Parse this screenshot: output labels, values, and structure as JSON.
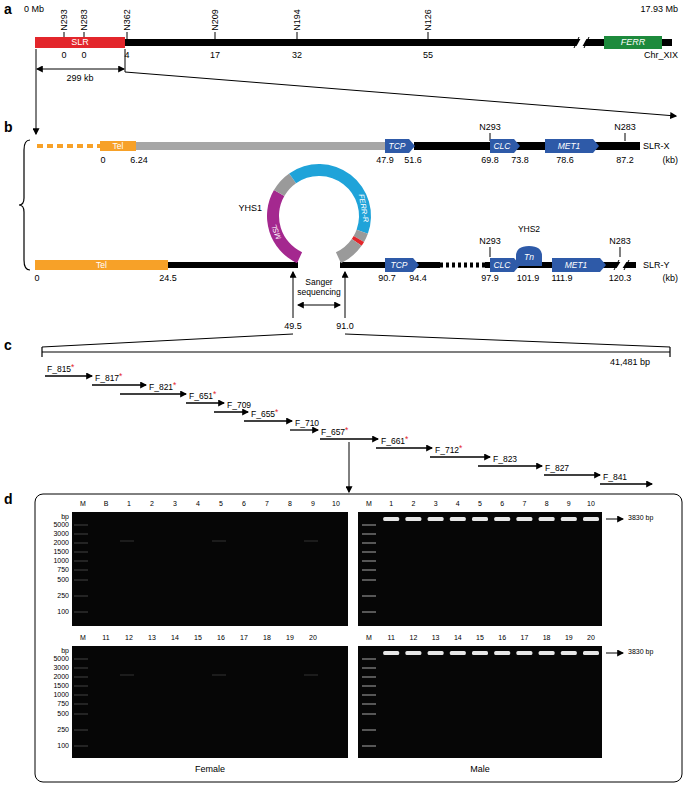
{
  "diagram": {
    "nodes": [
      {
        "text": [
          "SLR"
        ]
      },
      {
        "text": [
          "FERR"
        ]
      },
      {
        "text": [
          "Tel"
        ]
      },
      {
        "text": [
          "TCP"
        ]
      },
      {
        "text": [
          "CLC"
        ]
      },
      {
        "text": [
          "MET1"
        ]
      },
      {
        "text": [
          "MSL"
        ]
      },
      {
        "text": [
          "FERR-R"
        ]
      },
      {
        "text": [
          "Tel"
        ]
      },
      {
        "text": [
          "TCP"
        ]
      },
      {
        "text": [
          "CLC"
        ]
      },
      {
        "text": [
          "YHS2",
          "Tn"
        ]
      },
      {
        "text": [
          "MET1"
        ]
      },
      {
        "text": [
          "Female"
        ]
      },
      {
        "text": [
          "Male"
        ]
      }
    ],
    "labels": [
      "a",
      "0 Mb",
      "N293",
      "N283",
      "N362",
      "N209",
      "N194",
      "N126",
      "17.93 Mb",
      "0",
      "0",
      "4",
      "17",
      "32",
      "55",
      "Chr_XIX",
      "299 kb",
      "b",
      "N293",
      "N283",
      "SLR-X",
      "0",
      "6.24",
      "47.9",
      "51.6",
      "69.8",
      "73.8",
      "78.6",
      "87.2",
      "(kb)",
      "YHS1",
      "N293",
      "N283",
      "SLR-Y",
      "0",
      "24.5",
      "90.7",
      "94.4",
      "97.9",
      "101.9",
      "111.9",
      "120.3",
      "(kb)",
      "Sanger sequencing",
      "49.5",
      "91.0",
      "c",
      "41,481 bp",
      "F_815",
      "*",
      "F_817",
      "*",
      "F_821",
      "*",
      "F_651",
      "*",
      "F_709",
      "F_655",
      "*",
      "F_710",
      "F_657",
      "*",
      "F_661",
      "*",
      "F_712",
      "*",
      "F_823",
      "F_827",
      "F_841",
      "d",
      "M",
      "B",
      "1",
      "2",
      "3",
      "4",
      "5",
      "6",
      "7",
      "8",
      "9",
      "10",
      "bp",
      "5000",
      "3000",
      "2000",
      "1500",
      "1000",
      "750",
      "500",
      "250",
      "100",
      "M",
      "11",
      "12",
      "13",
      "14",
      "15",
      "16",
      "17",
      "18",
      "19",
      "20",
      "bp",
      "5000",
      "3000",
      "2000",
      "1500",
      "1000",
      "750",
      "500",
      "250",
      "100",
      "M",
      "1",
      "2",
      "3",
      "4",
      "5",
      "6",
      "7",
      "8",
      "9",
      "10",
      "M",
      "11",
      "12",
      "13",
      "14",
      "15",
      "16",
      "17",
      "18",
      "19",
      "20",
      "3830 bp",
      "3830 bp"
    ]
  }
}
